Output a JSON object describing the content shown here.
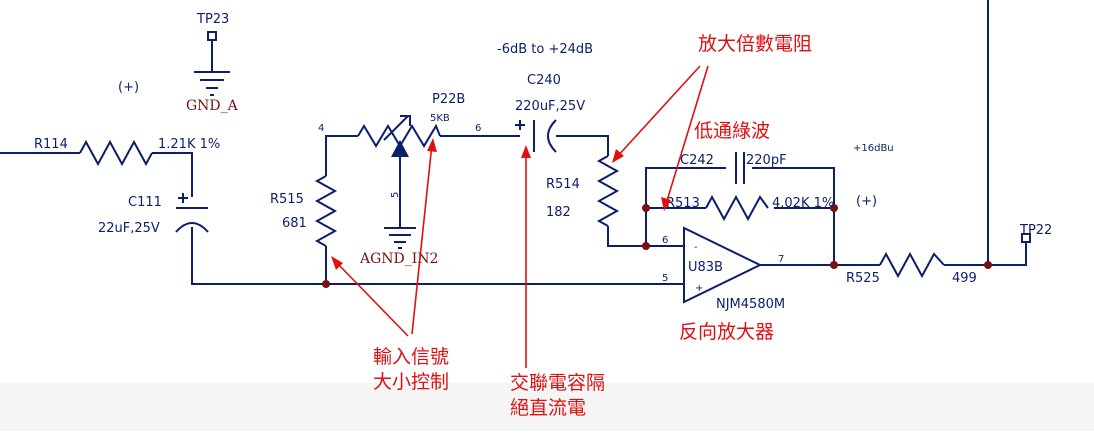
{
  "colors": {
    "wire": "#0d1f6b",
    "net": "#7a1010",
    "annotation": "#e01010",
    "bottom_bg": "#f5f5f5"
  },
  "schematic": {
    "test_points": [
      "TP23",
      "TP22"
    ],
    "nets": [
      "GND_A",
      "AGND_IN2"
    ],
    "plus_markers": [
      "(+)",
      "(+)"
    ],
    "gain_range": "-6dB to +24dB",
    "level": "+16dBu",
    "r114": {
      "ref": "R114",
      "value": "1.21K 1%"
    },
    "c111": {
      "ref": "C111",
      "value": "22uF,25V"
    },
    "r515": {
      "ref": "R515",
      "value": "681"
    },
    "p22b": {
      "ref": "P22B",
      "value": "5KB"
    },
    "c240": {
      "ref": "C240",
      "value": "220uF,25V"
    },
    "r514": {
      "ref": "R514",
      "value": "182"
    },
    "c242": {
      "ref": "C242",
      "value": "220pF"
    },
    "r513": {
      "ref": "R513",
      "value": "4.02K 1%"
    },
    "u83b": {
      "ref": "U83B",
      "part": "NJM4580M"
    },
    "r525": {
      "ref": "R525",
      "value": "499"
    },
    "pins": [
      "4",
      "6",
      "5",
      "6",
      "5",
      "7",
      "-",
      "+"
    ]
  },
  "annotations": {
    "gain_resistor": "放大倍數電阻",
    "lowpass": "低通綠波",
    "inverting_amp": "反向放大器",
    "input_level_line1": "輸入信號",
    "input_level_line2": "大小控制",
    "ac_coupling_line1": "交聯電容隔",
    "ac_coupling_line2": "絕直流電"
  }
}
